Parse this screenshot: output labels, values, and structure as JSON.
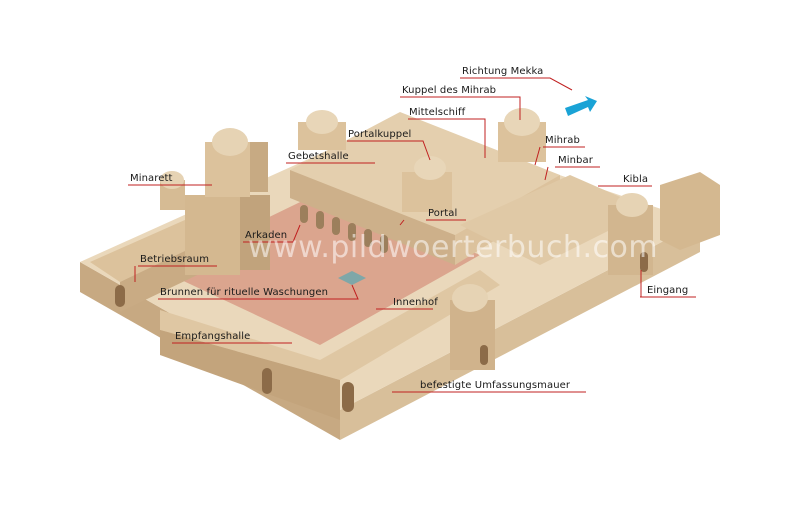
{
  "watermark": "www.pildwoerterbuch.com",
  "labels": {
    "richtung_mekka": "Richtung Mekka",
    "kuppel_mihrab": "Kuppel des Mihrab",
    "mittelschiff": "Mittelschiff",
    "portalkuppel": "Portalkuppel",
    "mihrab": "Mihrab",
    "gebetshalle": "Gebetshalle",
    "minbar": "Minbar",
    "minarett": "Minarett",
    "kibla": "Kibla",
    "portal": "Portal",
    "arkaden": "Arkaden",
    "betriebsraum": "Betriebsraum",
    "brunnen": "Brunnen für rituelle Waschungen",
    "eingang": "Eingang",
    "innenhof": "Innenhof",
    "empfangshalle": "Empfangshalle",
    "mauer": "befestigte Umfassungsmauer"
  },
  "colors": {
    "stone_light": "#e9d6b8",
    "stone_mid": "#d9bf98",
    "stone_dark": "#b89a74",
    "courtyard": "#d9a48c",
    "leader": "#c02020",
    "arrow": "#1aa3d6"
  }
}
